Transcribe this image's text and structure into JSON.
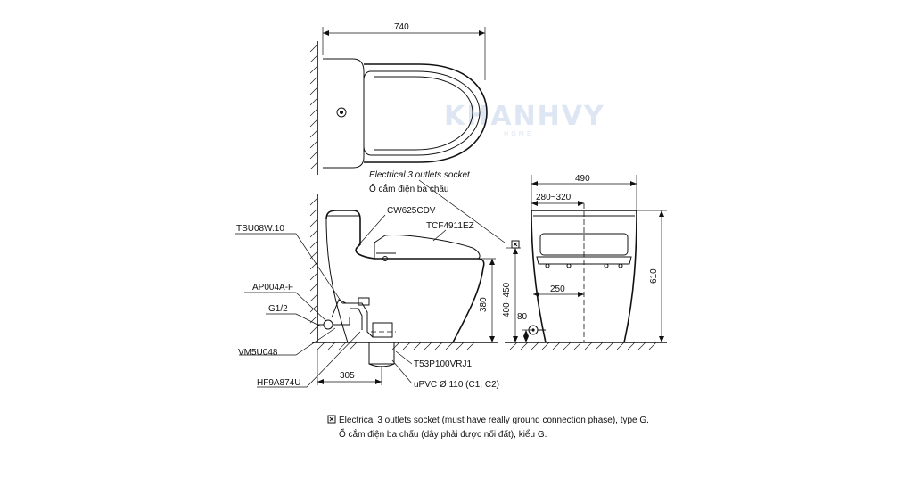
{
  "watermark": {
    "brand": "KHANHVY",
    "sub": "HOME"
  },
  "top_view": {
    "width_dim": "740"
  },
  "side_view": {
    "dims": {
      "h_seat": "380",
      "h_socket": "400~450",
      "offset": "305"
    },
    "labels": {
      "socket_en": "Electrical 3 outlets socket",
      "socket_vi": "Ổ cắm điện ba chấu",
      "body": "CW625CDV",
      "seat": "TCF4911EZ",
      "tsu": "TSU08W.10",
      "ap": "AP004A-F",
      "g12": "G1/2",
      "vm": "VM5U048",
      "hf": "HF9A874U",
      "t53": "T53P100VRJ1",
      "upvc": "uPVC Ø 110 (C1, C2)"
    }
  },
  "front_view": {
    "dims": {
      "width": "490",
      "range": "280~320",
      "inner": "250",
      "valve": "80",
      "height": "610"
    }
  },
  "notes": {
    "line1": "Electrical 3 outlets socket (must have really ground connection phase), type G.",
    "line2": "Ổ cắm điện ba chấu (dây phải được nối đất), kiểu G."
  },
  "icons": {
    "socket_symbol": "socket-icon",
    "arrowheads": "dimension-arrow-icons"
  }
}
